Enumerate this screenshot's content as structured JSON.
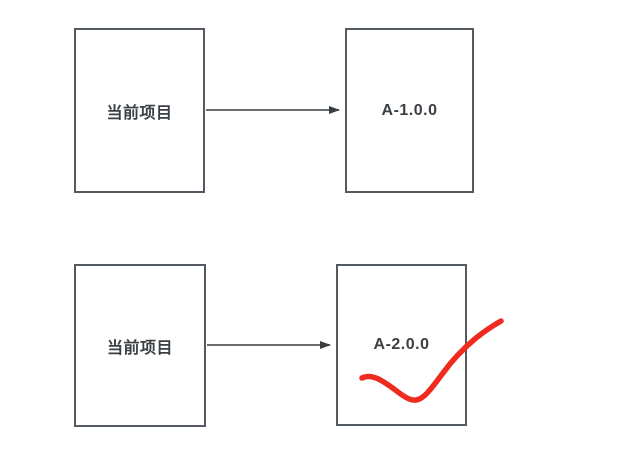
{
  "diagram": {
    "title": "dependency-version-diagram",
    "colors": {
      "background": "#ffffff",
      "box_border": "#545a61",
      "text": "#3b4045",
      "arrow": "#383d42",
      "annotation": "#ee2b1e"
    },
    "rows": [
      {
        "source": {
          "label": "当前项目"
        },
        "target": {
          "label": "A-1.0.0"
        }
      },
      {
        "source": {
          "label": "当前项目"
        },
        "target": {
          "label": "A-2.0.0"
        },
        "annotation": "red-checkmark-scribble"
      }
    ]
  }
}
